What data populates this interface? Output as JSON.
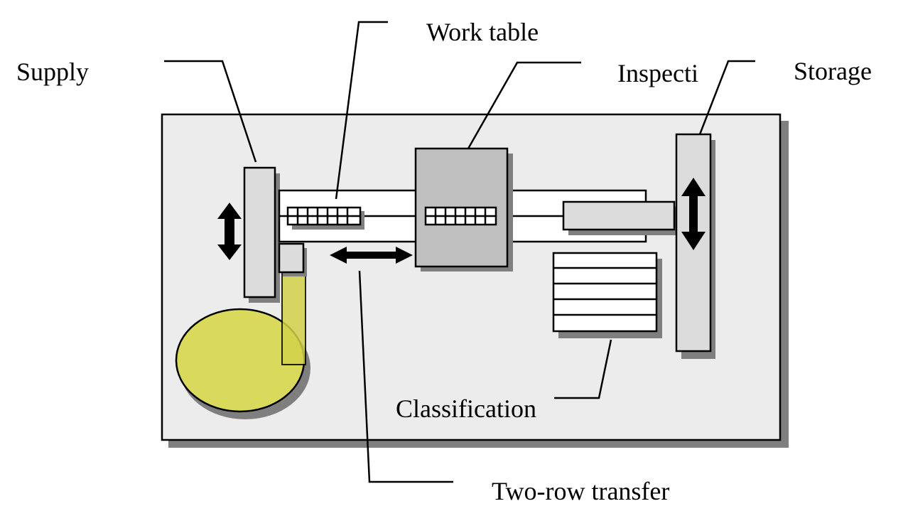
{
  "labels": {
    "supply": "Supply",
    "work_table": "Work table",
    "inspection": "Inspecti",
    "storage": "Storage",
    "classification": "Classification",
    "two_row_transfer": "Two-row transfer"
  },
  "colors": {
    "base_fill": "#ececec",
    "shadow": "#7f7f7f",
    "light_gray": "#dcdcdc",
    "mid_gray": "#c0c0c0",
    "rail_white": "#ffffff",
    "wafer_yellow": "#d9d95c",
    "arm_yellow": "#d4d24a",
    "outline": "#000000"
  }
}
